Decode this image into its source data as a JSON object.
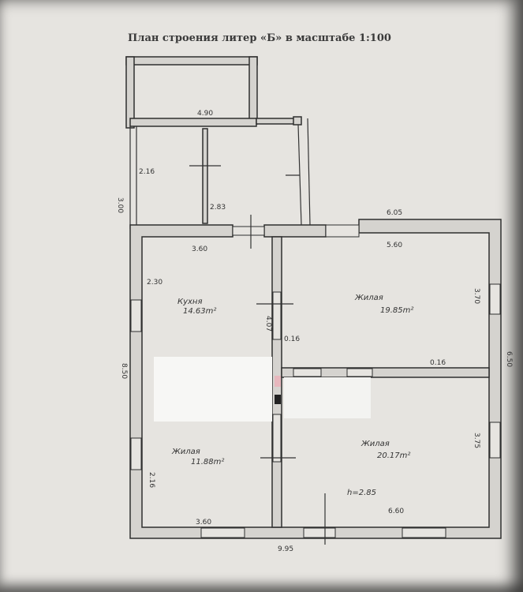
{
  "title": "План строения литер «Б» в масштабе 1:100",
  "title_parts": {
    "prefix": "План строения литер",
    "liter": "«Б»",
    "scale": "в масштабе 1:100"
  },
  "rooms": [
    {
      "name": "Кухня",
      "area": "14.63m²"
    },
    {
      "name": "Жилая",
      "area": "19.85m²"
    },
    {
      "name": "Жилая",
      "area": "11.88m²"
    },
    {
      "name": "Жилая",
      "area": "20.17m²"
    }
  ],
  "height_note": "h=2.85",
  "dimensions": {
    "porch_width": "4.90",
    "annex_height": "3.00",
    "annex_wall": "2.16",
    "annex_inner": "2.83",
    "kitchen_top": "3.60",
    "house_top": "6.05",
    "room_top": "5.60",
    "kitchen_side": "2.30",
    "kitchen_depth": "4.07",
    "partition": "0.16",
    "room_side": "3.70",
    "house_left": "8.50",
    "house_right": "6.50",
    "partition_2": "0.16",
    "lower_left": "2.16",
    "lower_right": "3.75",
    "bottom_left": "3.60",
    "bottom_right": "6.60",
    "total_width": "9.95"
  }
}
